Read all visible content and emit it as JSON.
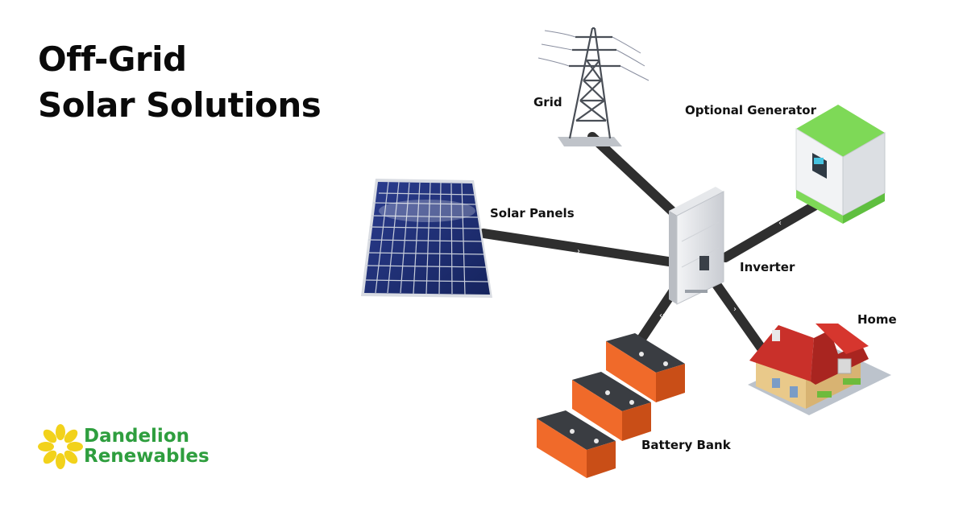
{
  "title": {
    "line1": "Off-Grid",
    "line2": "Solar Solutions"
  },
  "components": {
    "grid": "Grid",
    "generator": "Optional Generator",
    "solar_panels": "Solar Panels",
    "inverter": "Inverter",
    "home": "Home",
    "battery_bank": "Battery Bank"
  },
  "brand": {
    "line1": "Dandelion",
    "line2": "Renewables"
  },
  "colors": {
    "brand_green": "#2e9e3e",
    "brand_yellow": "#f2d21b",
    "connector": "#2f2f2f",
    "battery_orange": "#f06a2a",
    "generator_green": "#7ed957",
    "panel_blue": "#1f2f7a",
    "roof_red": "#d0302a"
  },
  "icons": [
    "transmission-tower-icon",
    "generator-icon",
    "solar-panel-icon",
    "inverter-icon",
    "house-icon",
    "battery-icon",
    "dandelion-logo-icon"
  ]
}
